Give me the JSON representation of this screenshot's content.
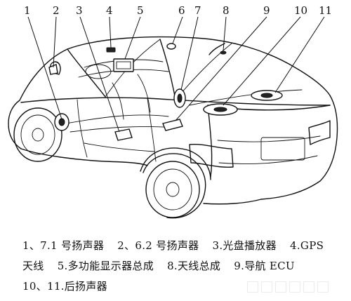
{
  "callouts": [
    "1",
    "2",
    "3",
    "4",
    "5",
    "6",
    "7",
    "8",
    "9",
    "10",
    "11"
  ],
  "legend": {
    "row1": [
      "1、7.1 号扬声器",
      "2、6.2 号扬声器",
      "3.光盘播放器",
      "4.GPS"
    ],
    "row2": [
      "天线",
      "5.多功能显示器总成",
      "8.天线总成",
      "9.导航 ECU"
    ],
    "row3": [
      "10、11.后扬声器"
    ]
  }
}
